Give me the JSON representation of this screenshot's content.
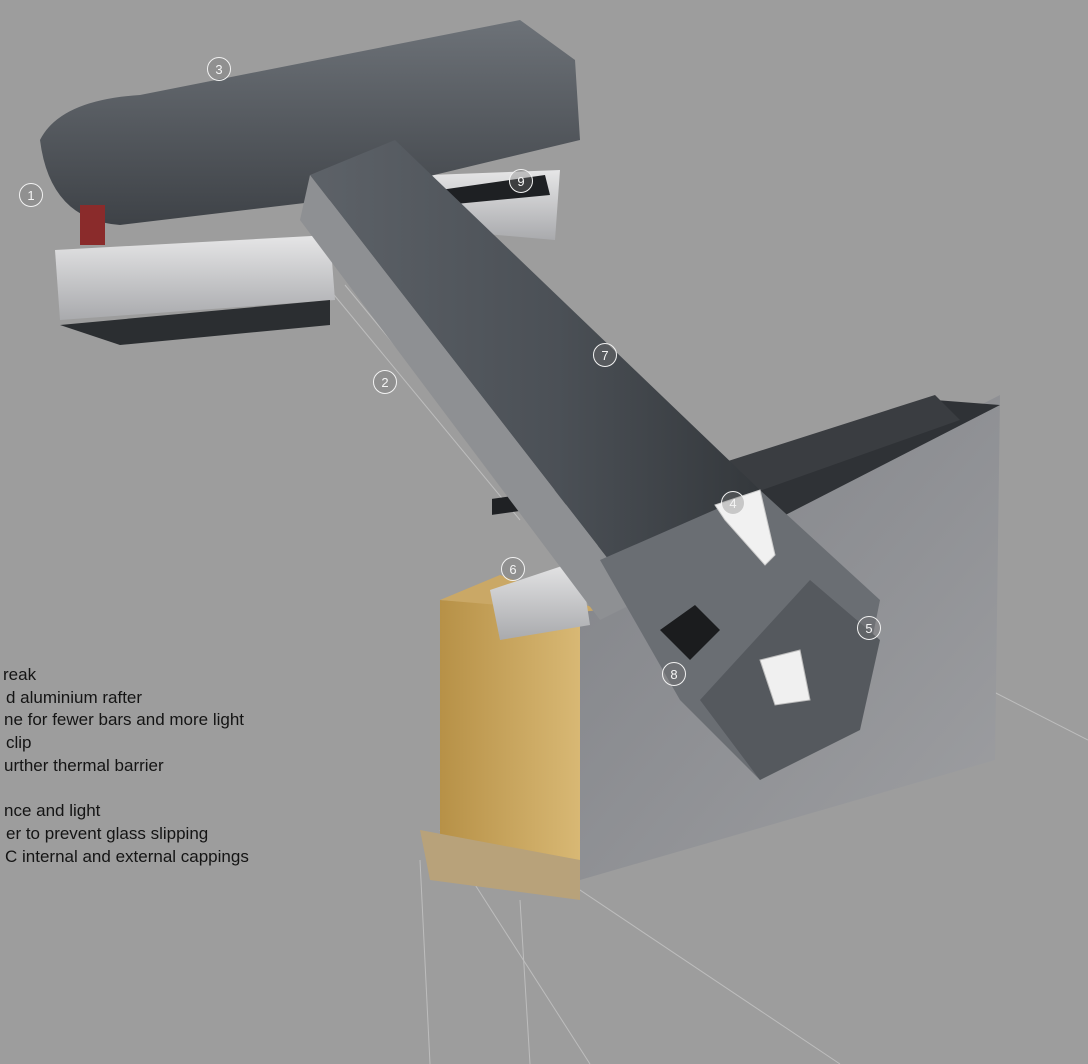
{
  "callouts": [
    {
      "label": "1"
    },
    {
      "label": "2"
    },
    {
      "label": "3"
    },
    {
      "label": "4"
    },
    {
      "label": "5"
    },
    {
      "label": "6"
    },
    {
      "label": "7"
    },
    {
      "label": "8"
    },
    {
      "label": "9"
    }
  ],
  "legend": [
    {
      "text": "reak"
    },
    {
      "text": "d aluminium rafter"
    },
    {
      "text": "ne for fewer bars and more light"
    },
    {
      "text": "clip"
    },
    {
      "text": "urther thermal barrier"
    },
    {
      "text": ""
    },
    {
      "text": "nce and light"
    },
    {
      "text": "er to prevent glass slipping"
    },
    {
      "text": "C internal and external cappings"
    }
  ],
  "colors": {
    "background": "#9d9d9d",
    "aluminium_dark": "#4e5258",
    "aluminium_light": "#cfd0d2",
    "insulation": "#c9a45b",
    "wall": "#6f7175",
    "text": "#141414"
  }
}
